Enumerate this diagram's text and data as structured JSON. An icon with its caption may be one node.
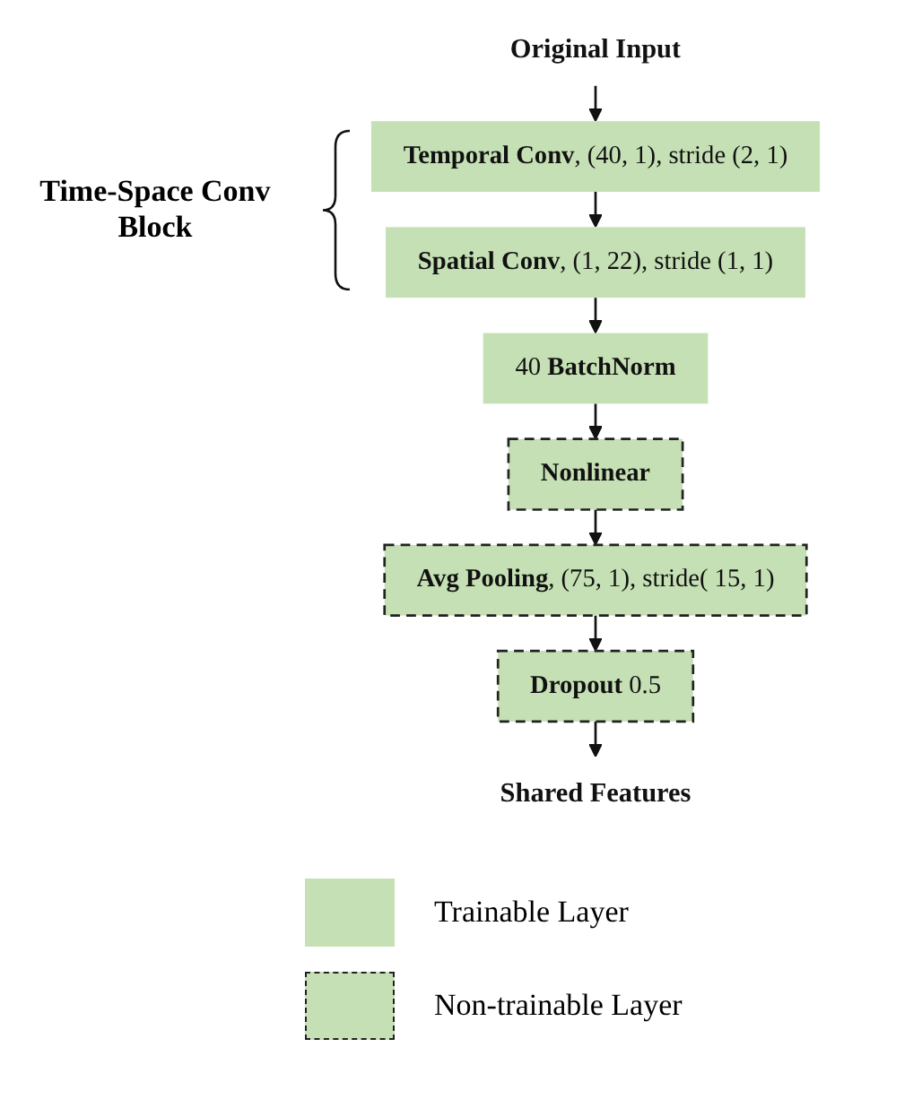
{
  "diagram": {
    "nodes": [
      {
        "text": [
          "Original Input"
        ]
      },
      {
        "text": [
          "**Temporal Conv**, (40, 1), stride (2, 1)"
        ]
      },
      {
        "text": [
          "**Spatial Conv**, (1, 22), stride (1, 1)"
        ]
      },
      {
        "text": [
          "40 **BatchNorm**"
        ]
      },
      {
        "text": [
          "**Nonlinear**"
        ]
      },
      {
        "text": [
          "**Avg Pooling**, (75, 1), stride( 15, 1)"
        ]
      },
      {
        "text": [
          "**Dropout** 0.5"
        ]
      },
      {
        "text": [
          "Shared Features"
        ]
      }
    ],
    "edges": [
      {
        "from": 0,
        "to": 1,
        "arrow": "to"
      },
      {
        "from": 1,
        "to": 2,
        "arrow": "to"
      },
      {
        "from": 2,
        "to": 3,
        "arrow": "to"
      },
      {
        "from": 3,
        "to": 4,
        "arrow": "to"
      },
      {
        "from": 4,
        "to": 5,
        "arrow": "to"
      },
      {
        "from": 5,
        "to": 6,
        "arrow": "to"
      },
      {
        "from": 6,
        "to": 7,
        "arrow": "to"
      }
    ],
    "labels": [
      "Time-Space Conv Block"
    ],
    "legend": [
      {
        "text": "Trainable Layer",
        "color": "#c5e0b4"
      },
      {
        "text": "Non-trainable Layer",
        "color": "#c5e0b4"
      }
    ]
  }
}
